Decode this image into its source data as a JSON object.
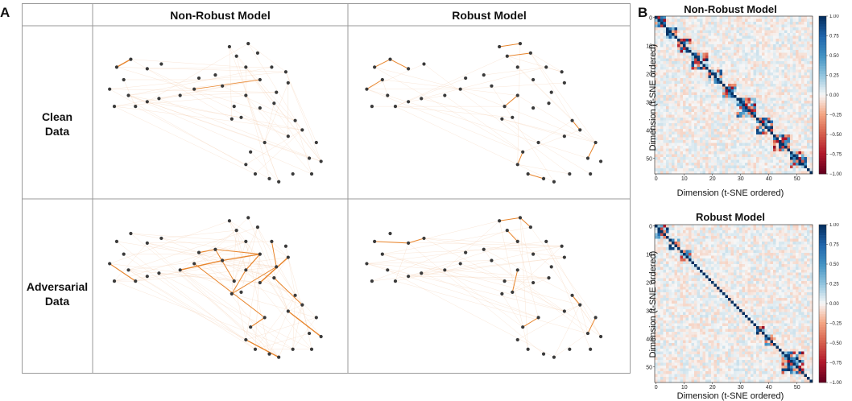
{
  "panel_a_label": "A",
  "panel_b_label": "B",
  "columns": [
    "Non-Robust Model",
    "Robust Model"
  ],
  "rows": [
    [
      "Clean",
      "Data"
    ],
    [
      "Adversarial",
      "Data"
    ]
  ],
  "heatmaps": [
    {
      "title": "Non-Robust Model",
      "xlabel": "Dimension (t-SNE ordered)",
      "ylabel": "Dimension (t-SNE ordered)",
      "xticks": [
        "0",
        "10",
        "20",
        "30",
        "40",
        "50"
      ],
      "yticks": [
        "0",
        "10",
        "20",
        "30",
        "40",
        "50"
      ],
      "blocks": [
        [
          0,
          3
        ],
        [
          4,
          7
        ],
        [
          8,
          12
        ],
        [
          13,
          18
        ],
        [
          19,
          23
        ],
        [
          24,
          28
        ],
        [
          29,
          35
        ],
        [
          36,
          41
        ],
        [
          42,
          47
        ],
        [
          48,
          53
        ]
      ]
    },
    {
      "title": "Robust Model",
      "xlabel": "Dimension (t-SNE ordered)",
      "ylabel": "Dimension (t-SNE ordered)",
      "xticks": [
        "0",
        "10",
        "20",
        "30",
        "40",
        "50"
      ],
      "yticks": [
        "0",
        "10",
        "20",
        "30",
        "40",
        "50"
      ],
      "blocks": [
        [
          0,
          4
        ],
        [
          5,
          8
        ],
        [
          9,
          12
        ],
        [
          36,
          38
        ],
        [
          39,
          42
        ],
        [
          45,
          52
        ]
      ]
    }
  ],
  "colorbar_ticks": [
    "1.00",
    "0.75",
    "0.50",
    "0.25",
    "0.00",
    "−0.25",
    "−0.50",
    "−0.75",
    "−1.00"
  ],
  "chart_data": [
    {
      "type": "heatmap",
      "title": "Non-Robust Model",
      "xlabel": "Dimension (t-SNE ordered)",
      "ylabel": "Dimension (t-SNE ordered)",
      "xlim": [
        0,
        56
      ],
      "ylim": [
        0,
        56
      ],
      "color_range": [
        -1.0,
        1.0
      ],
      "colormap": "RdBu",
      "colors": {
        "positive": "#0b3f7a",
        "negative": "#7a0019",
        "zero": "#f4f1ef"
      }
    },
    {
      "type": "heatmap",
      "title": "Robust Model",
      "xlabel": "Dimension (t-SNE ordered)",
      "ylabel": "Dimension (t-SNE ordered)",
      "xlim": [
        0,
        56
      ],
      "ylim": [
        0,
        56
      ],
      "color_range": [
        -1.0,
        1.0
      ],
      "colormap": "RdBu",
      "colors": {
        "positive": "#0b3f7a",
        "negative": "#7a0019",
        "zero": "#f4f1ef"
      }
    }
  ],
  "graph_colors": {
    "node": "#3a3a3a",
    "edge_strong": "#e8852c",
    "edge_faint": "#f3c9a8"
  }
}
